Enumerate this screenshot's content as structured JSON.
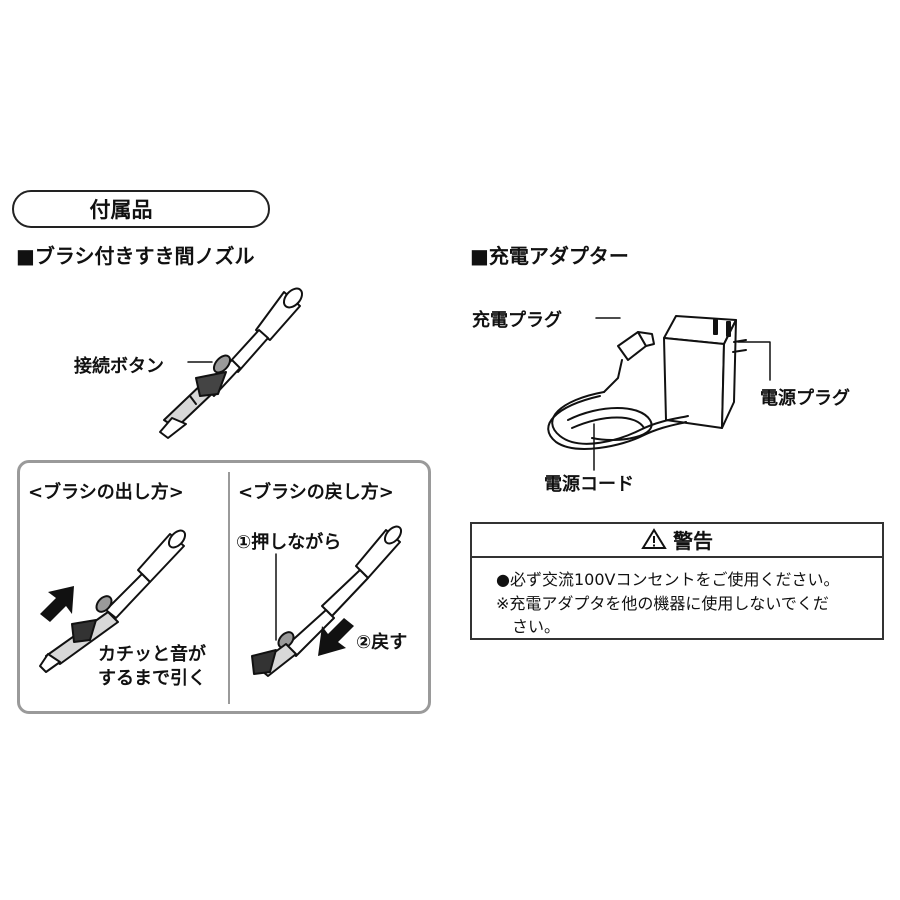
{
  "accessories": {
    "title": "付属品",
    "nozzle": {
      "heading": "■ブラシ付きすき間ノズル",
      "connect_button_label": "接続ボタン"
    },
    "howto": {
      "pull_out_heading": "<ブラシの出し方>",
      "pull_out_caption_1": "カチッと音が",
      "pull_out_caption_2": "するまで引く",
      "put_back_heading": "<ブラシの戻し方>",
      "put_back_step1": "①押しながら",
      "put_back_step2": "②戻す"
    },
    "adapter": {
      "heading": "■充電アダプター",
      "charge_plug_label": "充電プラグ",
      "power_plug_label": "電源プラグ",
      "power_cord_label": "電源コード"
    },
    "warning": {
      "icon": "warning-triangle-icon",
      "title": "警告",
      "line1": "●必ず交流100Vコンセントをご使用ください。",
      "line2": "※充電アダプタを他の機器に使用しないでくだ",
      "line3": "さい。"
    }
  }
}
